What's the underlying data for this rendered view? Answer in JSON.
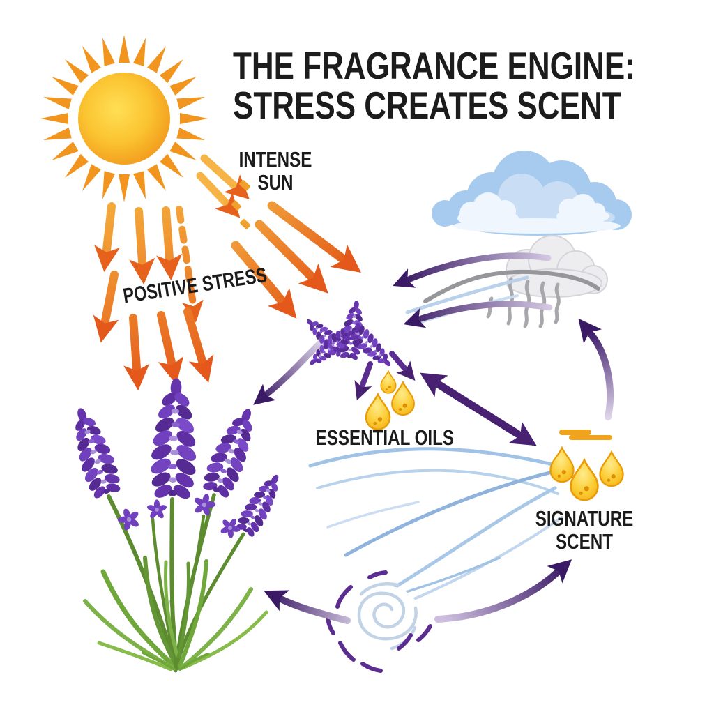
{
  "title": {
    "line1": "THE FRAGRANCE ENGINE:",
    "line2": "STRESS CREATES SCENT"
  },
  "labels": {
    "intense_sun": {
      "line1": "INTENSE",
      "line2": "SUN"
    },
    "positive_stress": "POSITIVE STRESS",
    "essential_oils": "ESSENTIAL OILS",
    "signature_scent": {
      "line1": "SIGNATURE",
      "line2": "SCENT"
    }
  },
  "icons": [
    "sun-icon",
    "sun-ray-arrows",
    "blue-cloud-icon",
    "storm-cloud-icon",
    "lavender-sprig-icon",
    "lavender-plant-icon",
    "oil-drop-icon",
    "oil-dropper-bar-icon",
    "scent-swirl-icon",
    "wind-lines",
    "cycle-arrows"
  ],
  "diagram": {
    "nodes": [
      "intense sun",
      "positive stress",
      "lavender plant",
      "lavender sprig",
      "essential oils",
      "signature scent",
      "clouds and wind",
      "scent release swirl"
    ],
    "flows": [
      "intense sun -> positive stress arrows -> lavender",
      "clouds / wind -> lavender sprig",
      "lavender sprig -> essential oil drops",
      "essential oils <-> signature scent",
      "signature scent -> back up to clouds",
      "scent swirl -> lavender plant",
      "scent swirl -> signature scent"
    ]
  },
  "colors": {
    "background": "#FFFFFF",
    "text": "#1B1B1B",
    "sun_center": "#FFDF55",
    "sun_edge": "#EE8316",
    "sun_ray": "#F2951E",
    "stress_arrow_light": "#F5AE3B",
    "stress_arrow_dark": "#E4581B",
    "flow_arrow_dark": "#3A1A64",
    "flow_arrow_light": "#D9CCE8",
    "lavender_dark": "#552A92",
    "lavender_mid": "#7040BE",
    "lavender_highlight": "#A98FD9",
    "leaf_green": "#6CA43C",
    "oil_gold": "#F5B21F",
    "oil_gold_edge": "#E99C08",
    "cloud_blue": "#A6CBEE",
    "cloud_gray": "#EDEDF0",
    "wind_blue": "#A9C8E8"
  }
}
